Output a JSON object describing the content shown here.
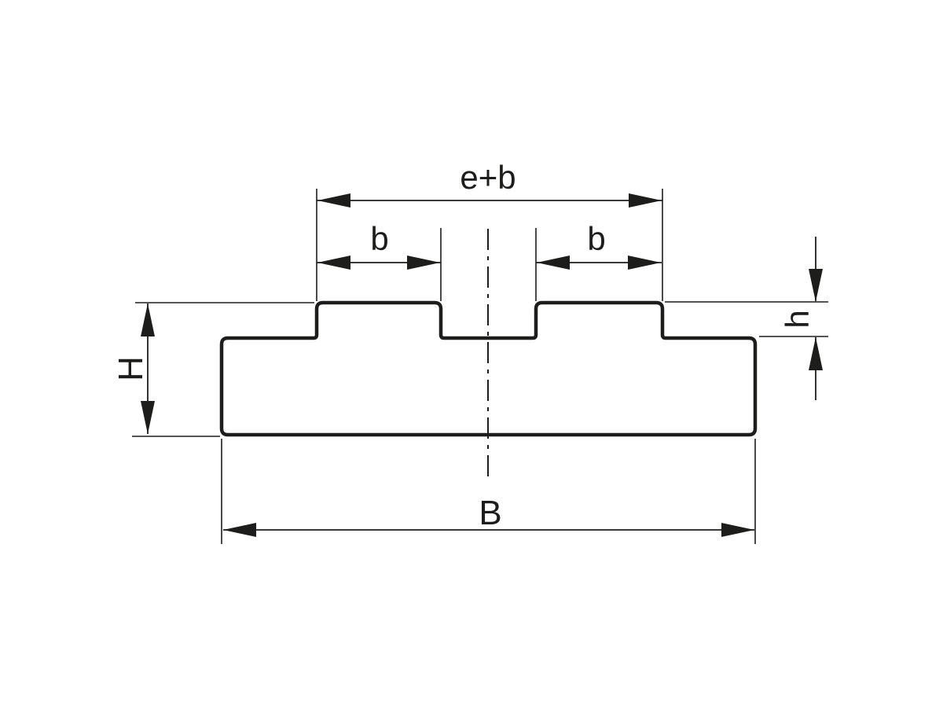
{
  "drawing": {
    "type": "technical-cross-section",
    "colors": {
      "ink": "#1d1d1b",
      "background": "#ffffff"
    },
    "labels": {
      "e_plus_b": "e+b",
      "b_left": "b",
      "b_right": "b",
      "H": "H",
      "h": "h",
      "B": "B"
    }
  }
}
